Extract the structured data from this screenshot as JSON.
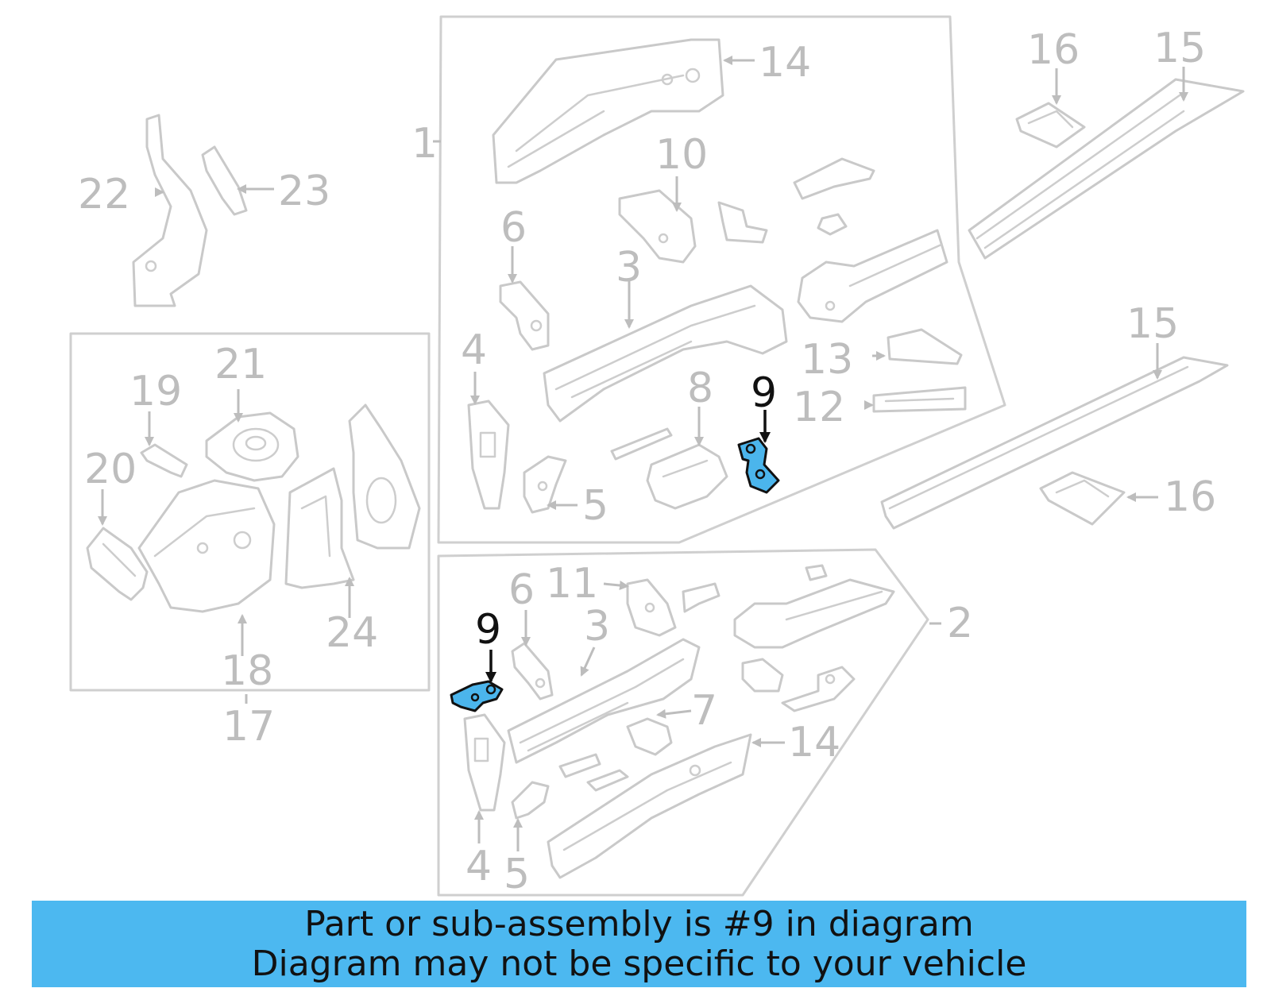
{
  "diagram": {
    "highlight_color": "#4bb5ec",
    "outline_color": "#cfcfcf",
    "callouts": {
      "c1": "1",
      "c2": "2",
      "c3a": "3",
      "c3b": "3",
      "c4a": "4",
      "c4b": "4",
      "c5a": "5",
      "c5b": "5",
      "c6a": "6",
      "c6b": "6",
      "c7": "7",
      "c8": "8",
      "c9a": "9",
      "c9b": "9",
      "c10": "10",
      "c11": "11",
      "c12": "12",
      "c13": "13",
      "c14a": "14",
      "c14b": "14",
      "c15a": "15",
      "c15b": "15",
      "c16a": "16",
      "c16b": "16",
      "c17": "17",
      "c18": "18",
      "c19": "19",
      "c20": "20",
      "c21": "21",
      "c22": "22",
      "c23": "23",
      "c24": "24"
    }
  },
  "banner": {
    "background": "#4cb8f0",
    "line1": "Part or sub-assembly is #9 in diagram",
    "line2": "Diagram may not be specific to your vehicle"
  }
}
